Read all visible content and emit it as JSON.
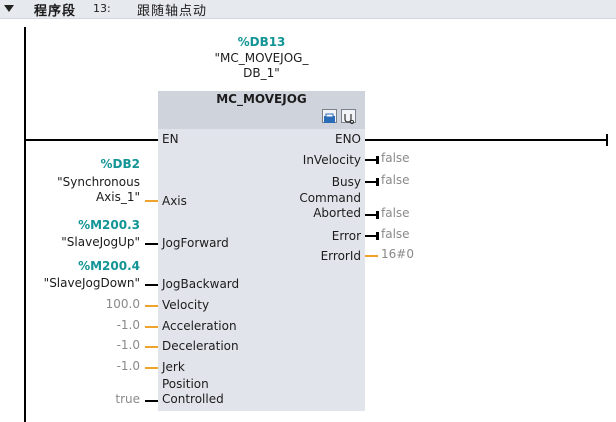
{
  "header": {
    "section_label": "程序段",
    "section_number": "13:",
    "section_title": "跟随轴点动"
  },
  "instance": {
    "db": "%DB13",
    "name_line1": "\"MC_MOVEJOG_",
    "name_line2": "DB_1\""
  },
  "block": {
    "title": "MC_MOVEJOG",
    "en": "EN",
    "eno": "ENO"
  },
  "inputs": {
    "axis": {
      "pin": "Axis",
      "addr": "%DB2",
      "tag_line1": "\"Synchronous",
      "tag_line2": "Axis_1\""
    },
    "jogforward": {
      "pin": "JogForward",
      "addr": "%M200.3",
      "tag": "\"SlaveJogUp\""
    },
    "jogbackward": {
      "pin": "JogBackward",
      "addr": "%M200.4",
      "tag": "\"SlaveJogDown\""
    },
    "velocity": {
      "pin": "Velocity",
      "value": "100.0"
    },
    "acceleration": {
      "pin": "Acceleration",
      "value": "-1.0"
    },
    "deceleration": {
      "pin": "Deceleration",
      "value": "-1.0"
    },
    "jerk": {
      "pin": "Jerk",
      "value": "-1.0"
    },
    "positioncontrolled": {
      "pin_line1": "Position",
      "pin_line2": "Controlled",
      "value": "true"
    }
  },
  "outputs": {
    "invelocity": {
      "pin": "InVelocity",
      "value": "false"
    },
    "busy": {
      "pin": "Busy",
      "value": "false"
    },
    "commandaborted": {
      "pin_line1": "Command",
      "pin_line2": "Aborted",
      "value": "false"
    },
    "error": {
      "pin": "Error",
      "value": "false"
    },
    "errorid": {
      "pin": "ErrorId",
      "value": "16#0"
    }
  },
  "colors": {
    "accent": "#139495",
    "wire_analog": "#f0a32a",
    "block_bg": "#e2e4eb",
    "header_bg": "#e6e9ee"
  },
  "icons": [
    "expand-block-icon",
    "diagnostics-icon"
  ]
}
